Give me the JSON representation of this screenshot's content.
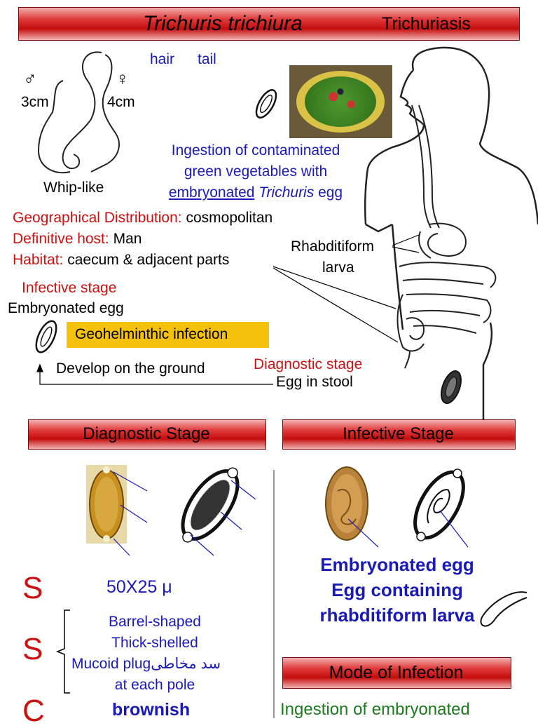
{
  "header": {
    "title": "Trichuris trichiura",
    "disease": "Trichuriasis",
    "etym_hair": "hair",
    "etym_tail": "tail"
  },
  "worm": {
    "male_symbol": "♂",
    "female_symbol": "♀",
    "male_size": "3cm",
    "female_size": "4cm",
    "caption": "Whip-like"
  },
  "ingestion": {
    "line1": "Ingestion of contaminated",
    "line2": "green vegetables with",
    "line3_a": "embryonated",
    "line3_b": "Trichuris",
    "line3_c": "egg"
  },
  "facts": [
    {
      "label": "Geographical Distribution:",
      "value": "cosmopolitan"
    },
    {
      "label": "Definitive host:",
      "value": "Man"
    },
    {
      "label": "Habitat:",
      "value": "caecum & adjacent parts"
    }
  ],
  "labels": {
    "rhabditiform_1": "Rhabditiform",
    "rhabditiform_2": "larva",
    "infective_stage": "Infective stage",
    "embryonated_egg": "Embryonated egg",
    "geo": "Geohelminthic infection",
    "develop": "Develop on the ground",
    "diagnostic_stage": "Diagnostic stage",
    "egg_in_stool": "Egg in stool"
  },
  "sections": {
    "diagnostic": "Diagnostic Stage",
    "infective": "Infective Stage",
    "mode": "Mode of Infection"
  },
  "diagnostic": {
    "s1": "S",
    "s1_text": "50X25 μ",
    "s2": "S",
    "s2_lines": [
      "Barrel-shaped",
      "Thick-shelled",
      "Mucoid plug",
      "at each pole"
    ],
    "arabic": "سد مخاطى",
    "c": "C",
    "c_text": "brownish"
  },
  "infective": {
    "line1": "Embryonated egg",
    "line2": "Egg containing",
    "line3": "rhabditiform larva"
  },
  "mode": {
    "text": "Ingestion of embryonated"
  },
  "colors": {
    "title_red": "#cc1111",
    "text_blue": "#1a1ab8",
    "geo_bg": "#f4c20d",
    "mode_green": "#1c7a1c"
  }
}
